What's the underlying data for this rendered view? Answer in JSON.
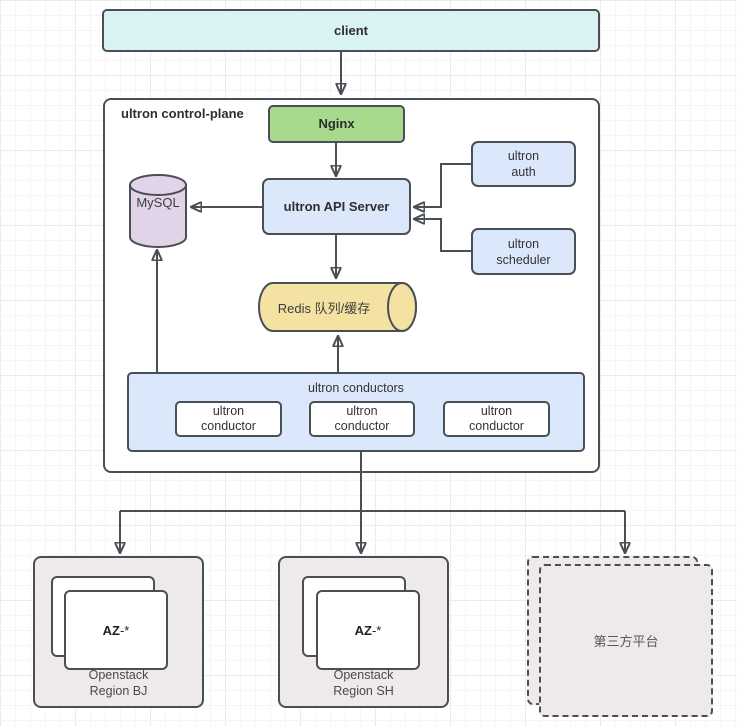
{
  "nodes": {
    "client": "client",
    "control_plane_title": "ultron control-plane",
    "nginx": "Nginx",
    "api_server": "ultron API Server",
    "mysql": "MySQL",
    "auth": {
      "line1": "ultron",
      "line2": "auth"
    },
    "scheduler": {
      "line1": "ultron",
      "line2": "scheduler"
    },
    "redis": "Redis 队列/缓存",
    "conductors_title": "ultron conductors",
    "conductors": [
      {
        "line1": "ultron",
        "line2": "conductor"
      },
      {
        "line1": "ultron",
        "line2": "conductor"
      },
      {
        "line1": "ultron",
        "line2": "conductor"
      }
    ],
    "region_bj": {
      "az_bold": "AZ",
      "az_rest": "-*",
      "line1": "Openstack",
      "line2": "Region BJ"
    },
    "region_sh": {
      "az_bold": "AZ",
      "az_rest": "-*",
      "line1": "Openstack",
      "line2": "Region SH"
    },
    "third_party": "第三方平台"
  },
  "colors": {
    "stroke": "#4a4f55",
    "client_fill": "#d9f2f3",
    "nginx_fill": "#a7da8c",
    "blue_fill": "#dbe8fc",
    "mysql_fill": "#e2d4e8",
    "redis_fill": "#f3e2a2",
    "region_fill": "#edeae9",
    "card_fill": "#ffffff"
  }
}
